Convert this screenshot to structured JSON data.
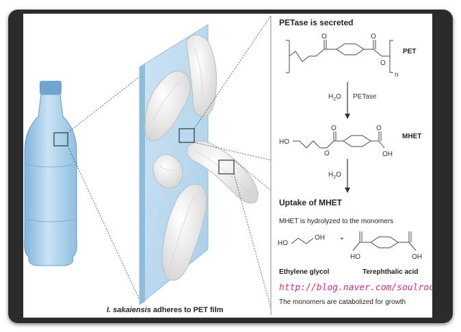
{
  "right_panel": {
    "petase_title": "PETase is secreted",
    "pet_label": "PET",
    "repeat_n": "n",
    "h2o_1": "H",
    "h2o_1_sub": "2",
    "h2o_1_end": "O",
    "enzyme": "PETase",
    "mhet_label": "MHET",
    "ho_mhet": "HO",
    "oh_mhet": "OH",
    "o_labels": [
      "O",
      "O",
      "O",
      "O",
      "O",
      "O"
    ],
    "h2o_2": "H",
    "h2o_2_sub": "2",
    "h2o_2_end": "O",
    "uptake_title": "Uptake of MHET",
    "hydrolyzed_text": "MHET is hydrolyzed to the monomers",
    "eg_ho": "HO",
    "eg_oh": "OH",
    "plus": "+",
    "ta_ho": "HO",
    "ta_oh": "OH",
    "eg_label": "Ethylene glycol",
    "ta_label": "Terephthalic acid",
    "watermark": "http://blog.naver.com/soulrocker",
    "catabolized_text": "The monomers are catabolized for growth"
  },
  "caption": {
    "species": "I. sakaiensis",
    "rest": " adheres to PET film"
  },
  "colors": {
    "bottle": "#9cc8e6",
    "film": "#b8d8ee",
    "bacteria": "#f2f2f2",
    "frame": "#2b2b2b",
    "watermark": "#e0287e"
  }
}
